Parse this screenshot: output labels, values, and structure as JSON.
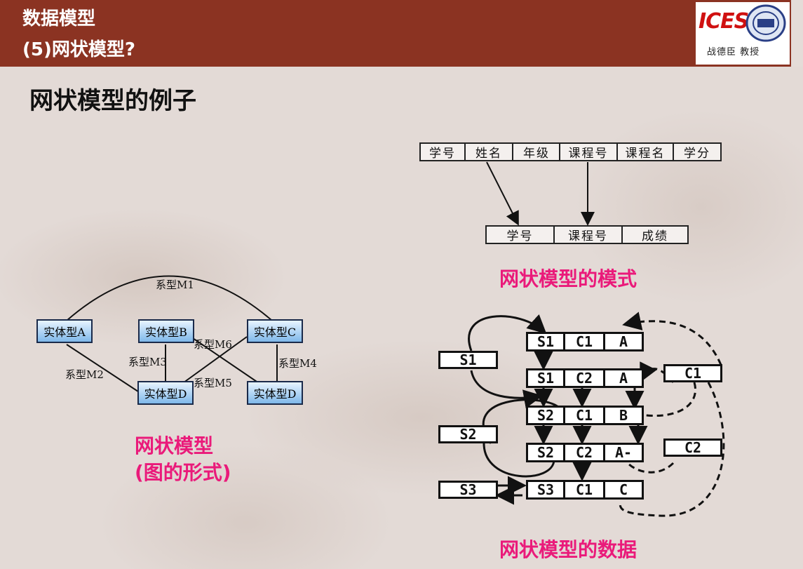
{
  "header": {
    "line1": "数据模型",
    "line2": "(5)网状模型?"
  },
  "logo": {
    "brand": "ICES",
    "professor": "战德臣 教授"
  },
  "slide_title": "网状模型的例子",
  "graph": {
    "entities": {
      "a": "实体型A",
      "b": "实体型B",
      "c": "实体型C",
      "d1": "实体型D",
      "d2": "实体型D"
    },
    "relations": {
      "m1": "系型M1",
      "m2": "系型M2",
      "m3": "系型M3",
      "m4": "系型M4",
      "m5": "系型M5",
      "m6": "系型M6"
    },
    "caption_line1": "网状模型",
    "caption_line2": "(图的形式)"
  },
  "schema": {
    "student": [
      "学号",
      "姓名",
      "年级"
    ],
    "course": [
      "课程号",
      "课程名",
      "学分"
    ],
    "enroll": [
      "学号",
      "课程号",
      "成绩"
    ],
    "caption": "网状模型的模式"
  },
  "data_diagram": {
    "records": [
      [
        "S1",
        "C1",
        "A"
      ],
      [
        "S1",
        "C2",
        "A"
      ],
      [
        "S2",
        "C1",
        "B"
      ],
      [
        "S2",
        "C2",
        "A-"
      ],
      [
        "S3",
        "C1",
        "C"
      ]
    ],
    "students": [
      "S1",
      "S2",
      "S3"
    ],
    "courses": [
      "C1",
      "C2"
    ],
    "caption": "网状模型的数据"
  }
}
